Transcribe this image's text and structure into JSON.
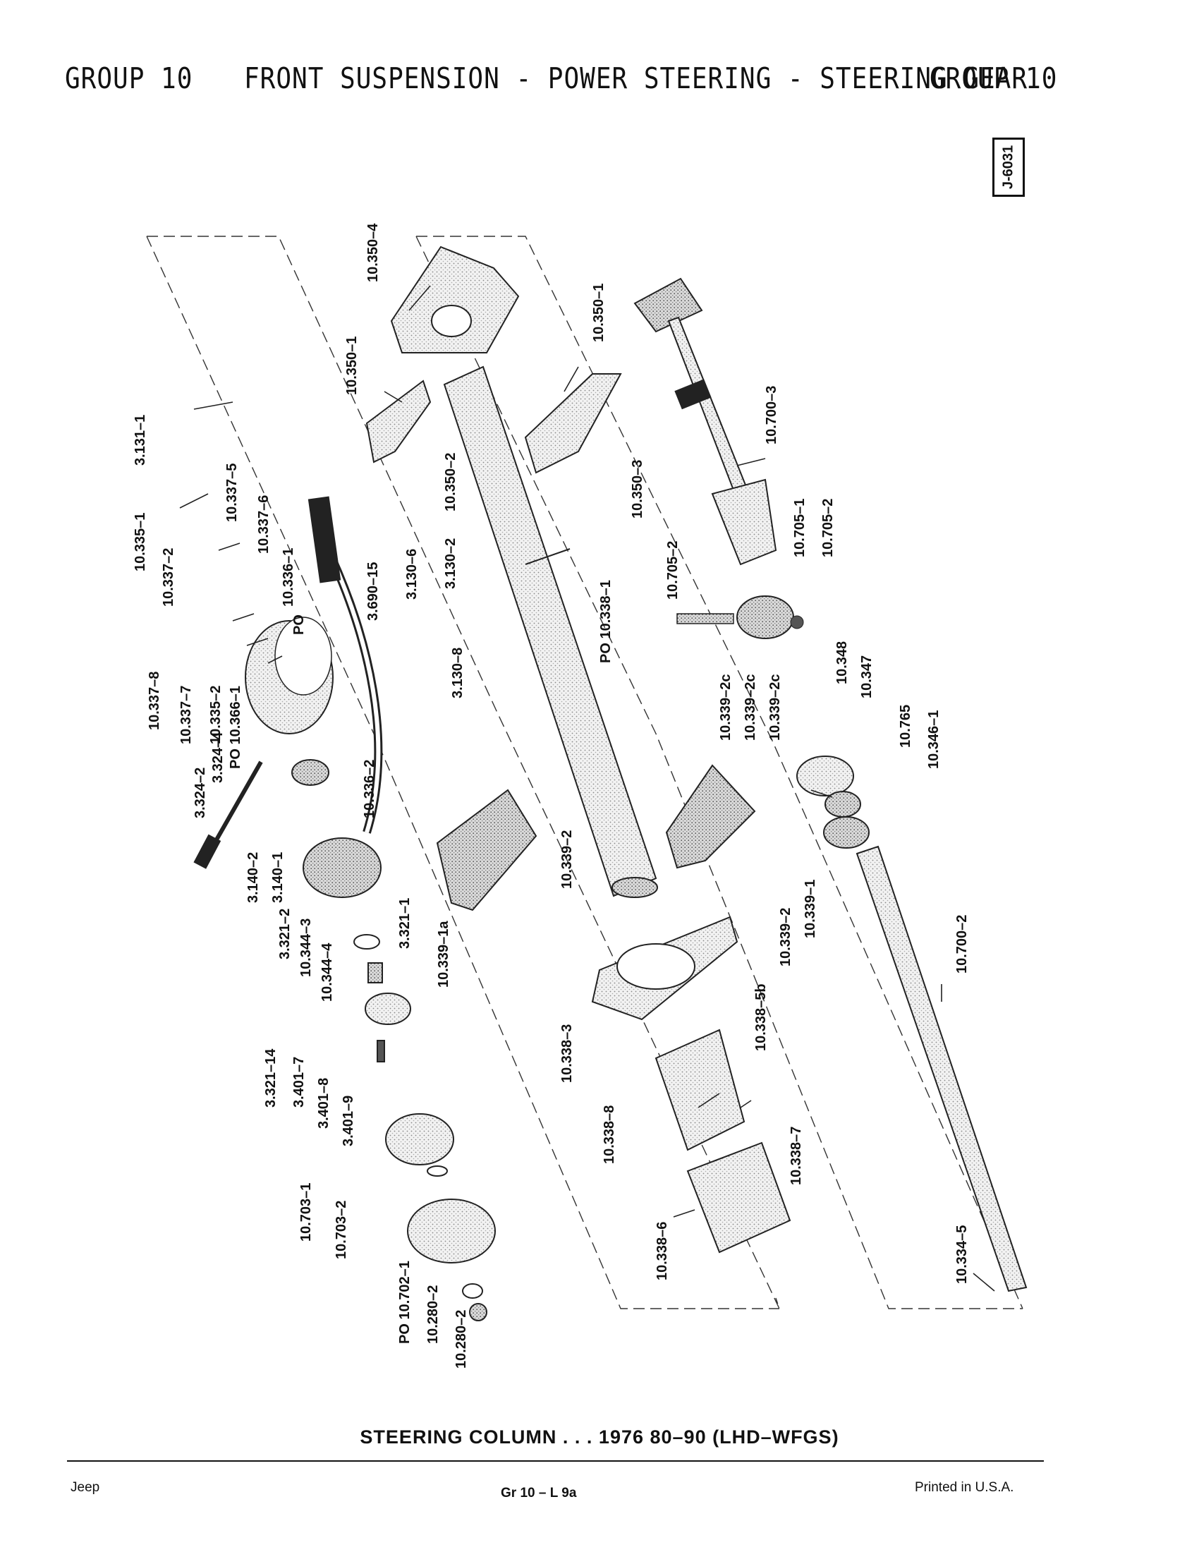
{
  "header": {
    "group_left": "GROUP 10",
    "title": "FRONT SUSPENSION - POWER STEERING - STEERING GEAR",
    "group_right": "GROUP 10"
  },
  "figure_number": "J-6031",
  "caption": "STEERING COLUMN . . . 1976 80–90 (LHD–WFGS)",
  "footer": {
    "left": "Jeep",
    "center": "Gr 10 – L 9a",
    "right": "Printed in U.S.A."
  },
  "part_labels": [
    "3.131–1",
    "10.335–1",
    "10.337–5",
    "10.337–2",
    "10.337–6",
    "10.337–8",
    "10.337–7",
    "10.335–2",
    "10.336–1",
    "PO 10.366–1",
    "PO",
    "3.324–4",
    "3.324–2",
    "3.140–2",
    "3.140–1",
    "10.336–2",
    "3.321–2",
    "3.321–1",
    "10.344–3",
    "10.344–4",
    "3.321–14",
    "3.401–7",
    "3.401–8",
    "3.401–9",
    "10.703–1",
    "10.703–2",
    "PO 10.702–1",
    "10.280–2",
    "10.280–2",
    "10.350–4",
    "10.350–1",
    "10.350–2",
    "3.690–15",
    "3.130–6",
    "3.130–2",
    "3.130–8",
    "10.339–2",
    "10.339–1a",
    "PO 10.338–1",
    "10.350–1",
    "10.350–3",
    "10.700–3",
    "10.705–2",
    "10.705–1",
    "10.705–2",
    "10.339–2c",
    "10.339–2c",
    "10.339–2c",
    "10.348",
    "10.347",
    "10.765",
    "10.346–1",
    "10.339–1",
    "10.339–2",
    "10.338–5b",
    "10.338–3",
    "10.338–8",
    "10.338–7",
    "10.338–6",
    "10.700–2",
    "10.334–5"
  ]
}
